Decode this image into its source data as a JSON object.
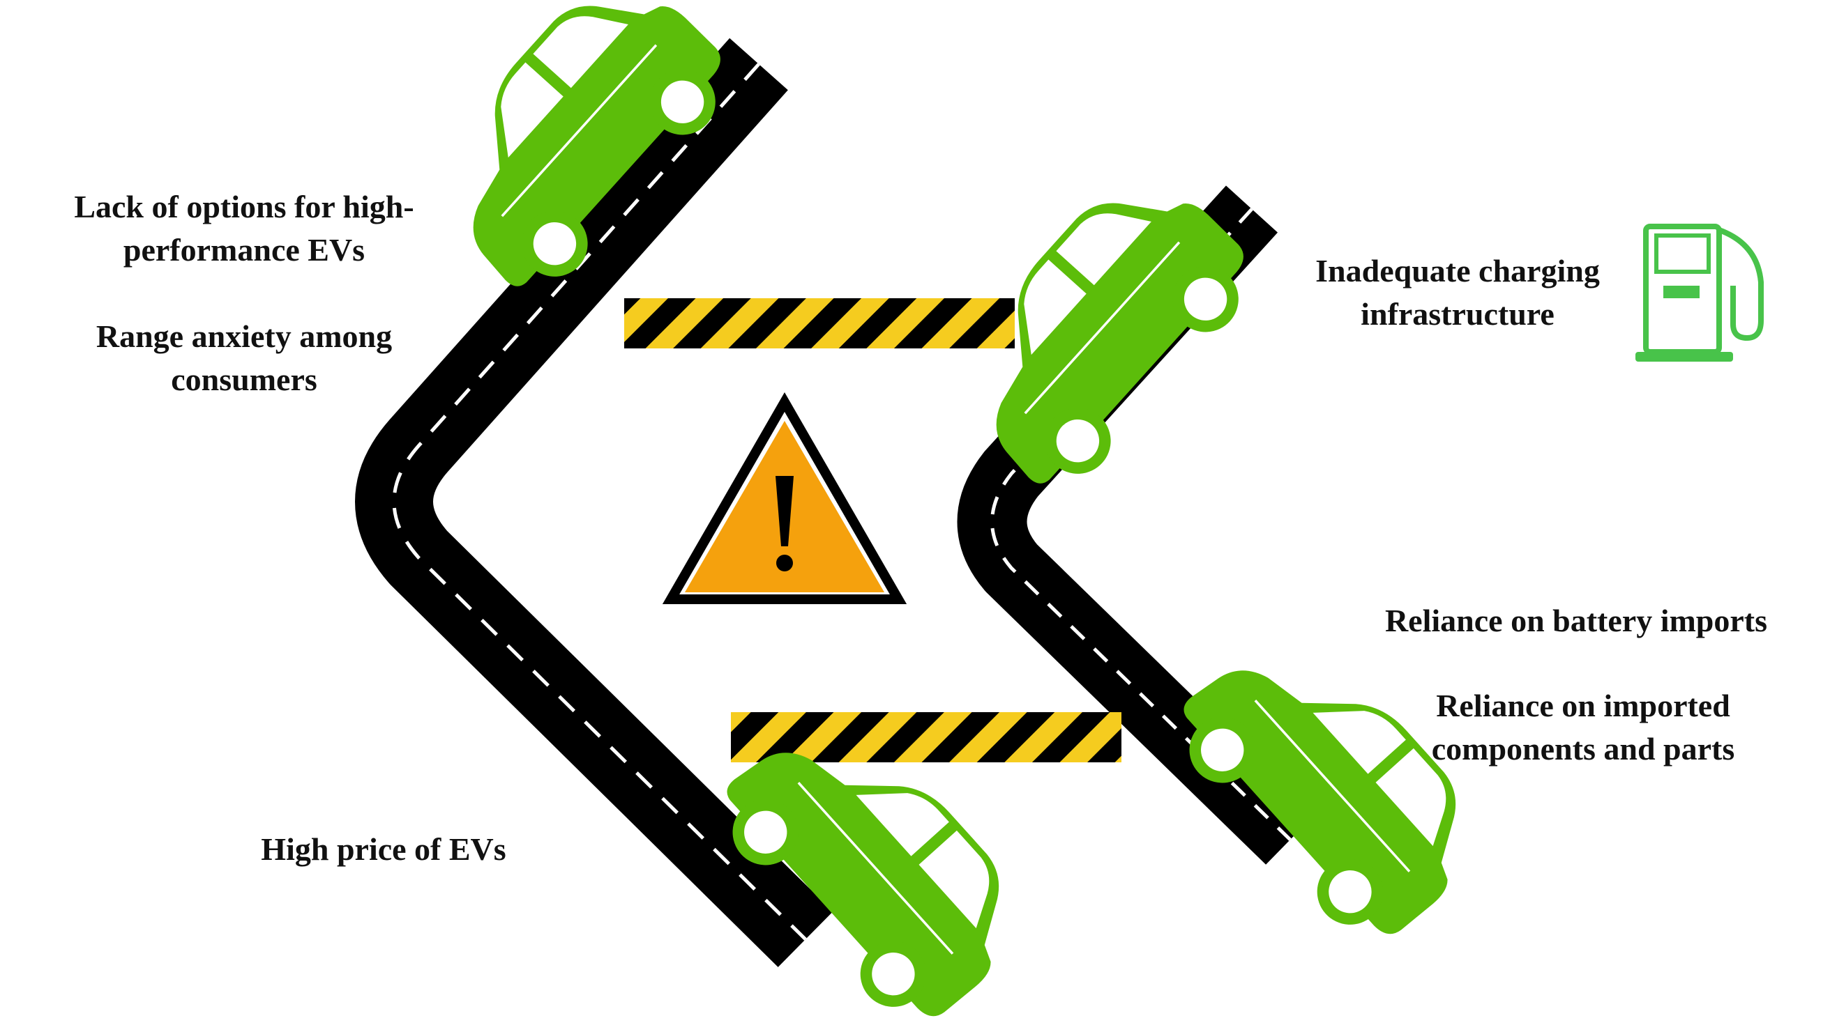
{
  "labels": {
    "lack_of_options": {
      "line1": "Lack of options for high-",
      "line2": "performance EVs"
    },
    "range_anxiety": {
      "line1": "Range anxiety among",
      "line2": "consumers"
    },
    "high_price": "High price of EVs",
    "charging": {
      "line1": "Inadequate charging",
      "line2": "infrastructure"
    },
    "battery_imports": "Reliance on battery imports",
    "imported_components": {
      "line1": "Reliance on imported",
      "line2": "components and parts"
    }
  },
  "colors": {
    "road": "#000000",
    "road_dash": "#ffffff",
    "car_body": "#5cbd0a",
    "car_window": "#ffffff",
    "barrier_yellow": "#f5cc1f",
    "barrier_black": "#000000",
    "warning_fill": "#f5a10d",
    "warning_border": "#000000",
    "pump": "#48c34a",
    "text": "#111111"
  },
  "icons": [
    "car-icon",
    "warning-triangle-icon",
    "fuel-pump-icon",
    "striped-barrier"
  ]
}
